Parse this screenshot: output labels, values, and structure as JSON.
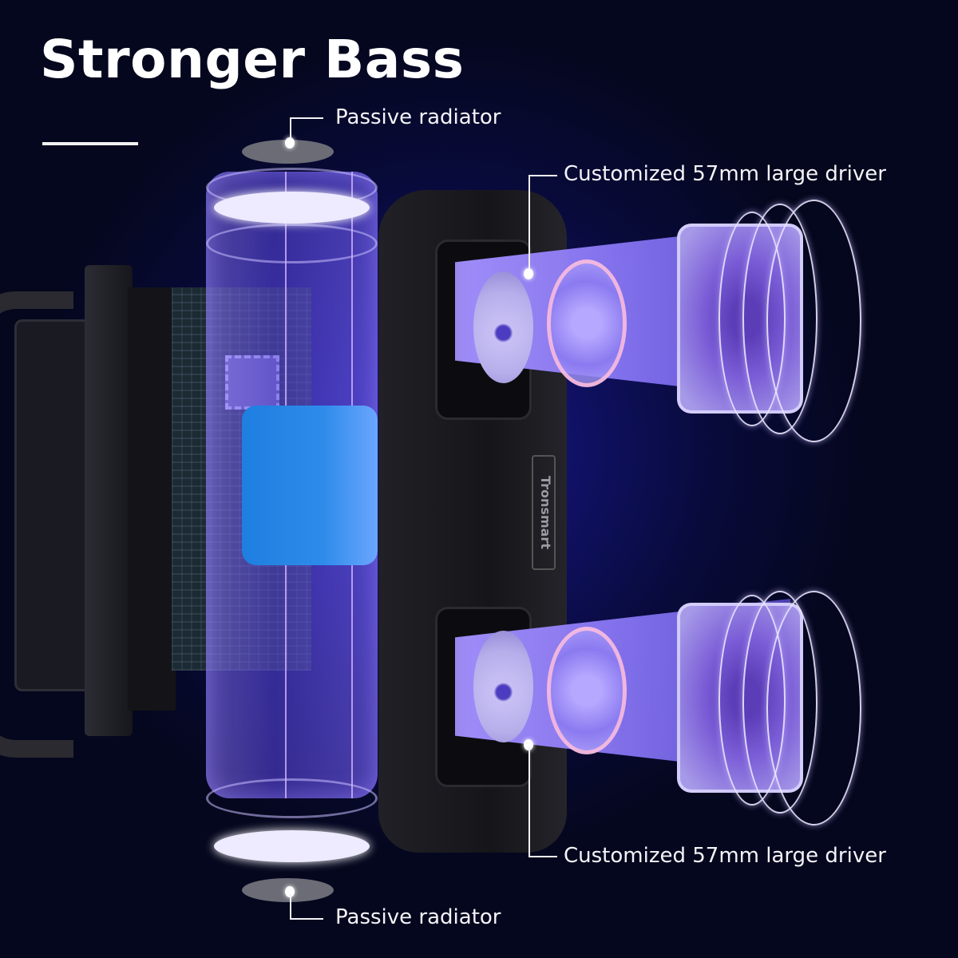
{
  "header": {
    "title": "Stronger Bass"
  },
  "callouts": {
    "top_radiator": "Passive radiator",
    "top_driver": "Customized 57mm large driver",
    "bottom_driver": "Customized 57mm large driver",
    "bottom_radiator": "Passive radiator"
  },
  "product": {
    "brand": "Tronsmart"
  },
  "colors": {
    "background": "#080a3a",
    "glow": "#7a6cff",
    "battery": "#2e8bea",
    "text": "#ffffff"
  }
}
